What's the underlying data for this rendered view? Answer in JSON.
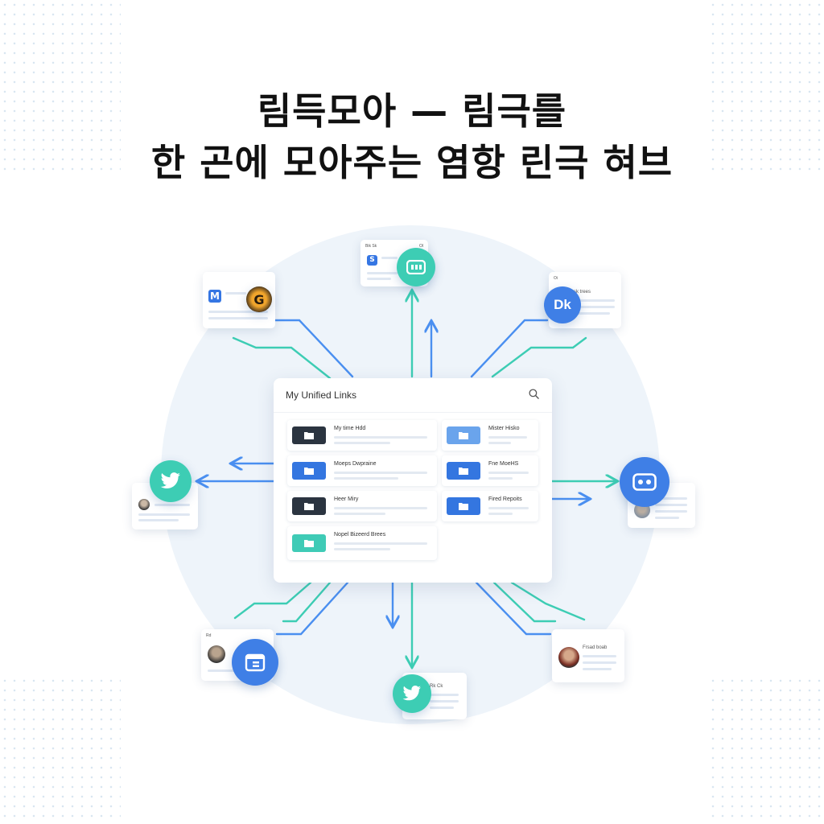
{
  "headline": {
    "line1": "림득모아 — 림극를",
    "line2": "한 곤에 모아주는 염항 린극 혀브"
  },
  "panel": {
    "title": "My Unified Links",
    "icon": "search-icon",
    "links": [
      {
        "label": "My time Hdd",
        "color": "#2b3440"
      },
      {
        "label": "Mister Hisko",
        "color": "#6aa4ec"
      },
      {
        "label": "Moeps Dwpraine",
        "color": "#3476e0"
      },
      {
        "label": "Fne MoeHS",
        "color": "#3476e0"
      },
      {
        "label": "Heer Miry",
        "color": "#2b3440"
      },
      {
        "label": "Fired Repoits",
        "color": "#3476e0"
      },
      {
        "label": "Nopel Bizeerd Brees",
        "color": "#3fcbb6"
      }
    ]
  },
  "sources": [
    {
      "name": "top-left",
      "icon": "m-logo-icon",
      "badge": "g-logo-icon"
    },
    {
      "name": "top",
      "icon": "s-logo-icon",
      "badge": "chat-icon",
      "label": "Bik Sk",
      "tag": "Ol"
    },
    {
      "name": "top-right",
      "icon": "avatar",
      "badge": "dk-logo-icon",
      "label": "Rlosk trees",
      "tag": "Oi"
    },
    {
      "name": "left",
      "icon": "avatar",
      "badge": "twitter-bird-icon"
    },
    {
      "name": "right",
      "icon": "avatar",
      "badge": "chat-icon"
    },
    {
      "name": "bottom-left",
      "icon": "avatar",
      "badge": "calendar-icon",
      "label": "Rd"
    },
    {
      "name": "bottom",
      "icon": "twitter-bird-icon",
      "badge": "twitter-bird-icon",
      "label": "Rk Ck"
    },
    {
      "name": "bottom-right",
      "icon": "avatar",
      "badge": "none",
      "label": "Frsad boab"
    }
  ],
  "colors": {
    "teal": "#3dcdb4",
    "blue": "#3f7fe6",
    "halo": "#eef4fa"
  }
}
